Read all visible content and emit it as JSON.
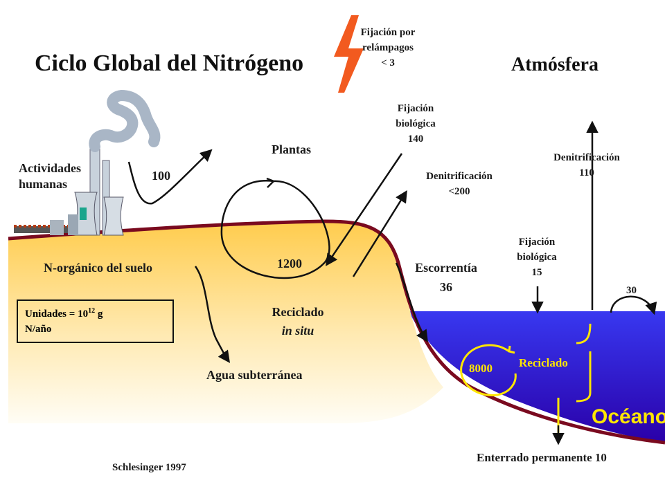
{
  "title": "Ciclo Global del Nitrógeno",
  "atmosphere_label": "Atmósfera",
  "lightning": {
    "line1": "Fijación por",
    "line2": "relámpagos",
    "value": "< 3"
  },
  "land": {
    "human_activities_line1": "Actividades",
    "human_activities_line2": "humanas",
    "human_flux": "100",
    "plants": "Plantas",
    "soil_organic_n": "N-orgánico del suelo",
    "recycling_value": "1200",
    "recycling_label": "Reciclado",
    "recycling_sub": "in situ",
    "groundwater": "Agua subterránea",
    "bio_fixation": {
      "line1": "Fijación",
      "line2": "biológica",
      "value": "140"
    },
    "denitrification": {
      "line1": "Denitrificación",
      "value": "<200"
    },
    "runoff": {
      "label": "Escorrentía",
      "value": "36"
    }
  },
  "ocean": {
    "bio_fixation": {
      "line1": "Fijación",
      "line2": "biológica",
      "value": "15"
    },
    "denitrification": {
      "line1": "Denitrificación",
      "value": "110"
    },
    "exchange": "30",
    "recycling_value": "8000",
    "recycling_label": "Reciclado",
    "oceans_label": "Océanos",
    "burial": "Enterrado permanente 10"
  },
  "units": {
    "prefix": "Unidades = 10",
    "exponent": "12",
    "suffix": " g",
    "line2": "N/año"
  },
  "source": "Schlesinger 1997",
  "colors": {
    "land_top": "#ffcc4d",
    "land_bottom": "#fffdf5",
    "ground_line": "#7a0a1f",
    "ocean_top": "#3838f0",
    "ocean_bottom": "#2a00a8",
    "lightning": "#f25a1f",
    "smoke": "#a9b6c6",
    "ocean_text": "#ffe600"
  },
  "icons": [
    "lightning-icon",
    "factory-icon",
    "smoke-icon"
  ]
}
